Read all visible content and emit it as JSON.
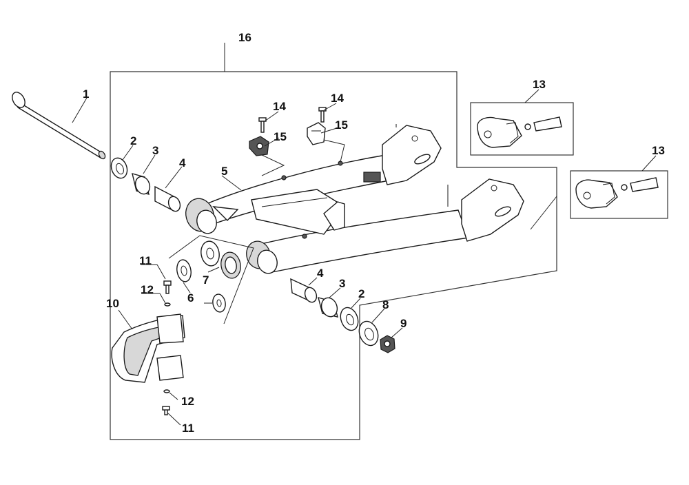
{
  "callouts": {
    "c1": "1",
    "c2a": "2",
    "c2b": "2",
    "c3a": "3",
    "c3b": "3",
    "c4a": "4",
    "c4b": "4",
    "c5": "5",
    "c6": "6",
    "c7": "7",
    "c8": "8",
    "c9": "9",
    "c10": "10",
    "c11a": "11",
    "c11b": "11",
    "c12a": "12",
    "c12b": "12",
    "c13a": "13",
    "c13b": "13",
    "c14a": "14",
    "c14b": "14",
    "c15a": "15",
    "c15b": "15",
    "c16": "16"
  }
}
